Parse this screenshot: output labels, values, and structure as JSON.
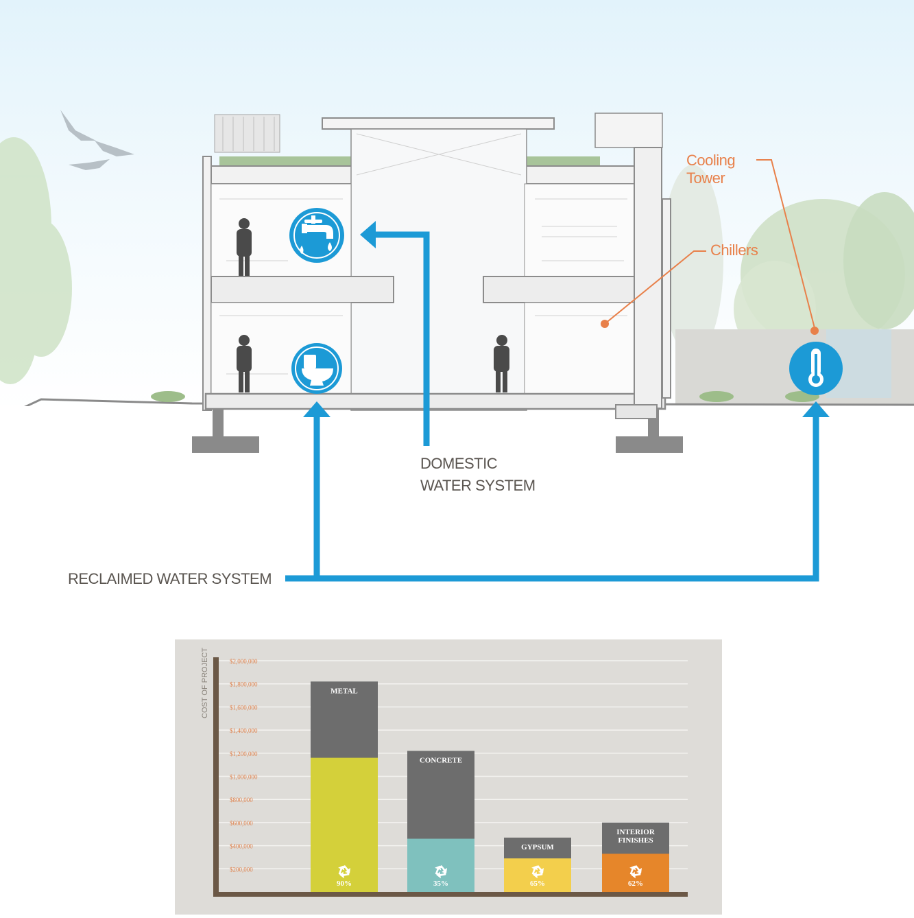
{
  "diagram": {
    "labels": {
      "cooling_tower_1": "Cooling",
      "cooling_tower_2": "Tower",
      "chillers": "Chillers",
      "domestic_1": "DOMESTIC",
      "domestic_2": "WATER SYSTEM",
      "reclaimed": "RECLAIMED WATER SYSTEM"
    },
    "icons": [
      "faucet-icon",
      "toilet-icon",
      "thermometer-icon"
    ],
    "colors": {
      "water_line": "#1c9ad6",
      "callout": "#e8804a",
      "text": "#5a5550"
    }
  },
  "chart_data": {
    "type": "bar",
    "ylabel": "COST OF PROJECT",
    "ylim": [
      0,
      2000000
    ],
    "ticks": [
      "$200,000",
      "$400,000",
      "$600,000",
      "$800,000",
      "$1,000,000",
      "$1,200,000",
      "$1,400,000",
      "$1,600,000",
      "$1,800,000",
      "$2,000,000"
    ],
    "tick_values": [
      200000,
      400000,
      600000,
      800000,
      1000000,
      1200000,
      1400000,
      1600000,
      1800000,
      2000000
    ],
    "categories": [
      "METAL",
      "CONCRETE",
      "GYPSUM",
      "INTERIOR FINISHES"
    ],
    "label_lines": [
      [
        "METAL"
      ],
      [
        "CONCRETE"
      ],
      [
        "GYPSUM"
      ],
      [
        "INTERIOR",
        "FINISHES"
      ]
    ],
    "totals": [
      1820000,
      1220000,
      470000,
      600000
    ],
    "recycled_values": [
      1160000,
      460000,
      290000,
      330000
    ],
    "recycled_pct": [
      "90%",
      "35%",
      "65%",
      "62%"
    ],
    "colors": {
      "total": "#6d6d6d",
      "recycled": [
        "#d4d03a",
        "#7fc1be",
        "#f3cf4c",
        "#e6862a"
      ],
      "axis": "#6b5846",
      "tick_text": "#e0804a",
      "grid": "#f4f3f1",
      "panel": "#dedcd8"
    },
    "grid": true,
    "icon": "recycle-icon"
  }
}
